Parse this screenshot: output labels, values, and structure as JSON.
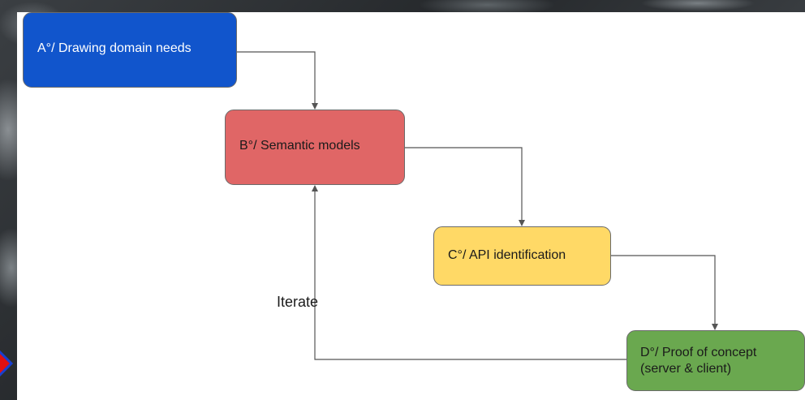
{
  "diagram": {
    "nodes": [
      {
        "id": "a",
        "label": "A°/ Drawing domain needs",
        "color": "#1155cc"
      },
      {
        "id": "b",
        "label": "B°/ Semantic models",
        "color": "#e06666"
      },
      {
        "id": "c",
        "label": "C°/ API identification",
        "color": "#ffd966"
      },
      {
        "id": "d",
        "label": "D°/ Proof of concept\n(server & client)",
        "color": "#6aa84f"
      }
    ],
    "edges": [
      {
        "from": "a",
        "to": "b"
      },
      {
        "from": "b",
        "to": "c"
      },
      {
        "from": "c",
        "to": "d"
      },
      {
        "from": "d",
        "to": "b",
        "label": "Iterate"
      }
    ],
    "edge_color": "#555555"
  },
  "nav": {
    "icon": "red-arrow-icon",
    "colors": {
      "fill": "#e01010",
      "border": "#1a3fd0"
    }
  }
}
